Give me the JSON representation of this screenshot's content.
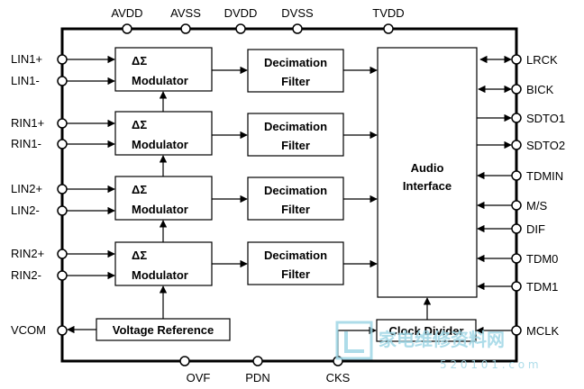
{
  "top_pins": [
    "AVDD",
    "AVSS",
    "DVDD",
    "DVSS",
    "TVDD"
  ],
  "left_pins": [
    "LIN1+",
    "LIN1-",
    "RIN1+",
    "RIN1-",
    "LIN2+",
    "LIN2-",
    "RIN2+",
    "RIN2-",
    "VCOM"
  ],
  "right_pins": [
    "LRCK",
    "BICK",
    "SDTO1",
    "SDTO2",
    "TDMIN",
    "M/S",
    "DIF",
    "TDM0",
    "TDM1",
    "MCLK"
  ],
  "bottom_pins": [
    "OVF",
    "PDN",
    "CKS"
  ],
  "blocks": {
    "modulator_symbol": "ΔΣ",
    "modulator_label": "Modulator",
    "decimation_line1": "Decimation",
    "decimation_line2": "Filter",
    "audio_line1": "Audio",
    "audio_line2": "Interface",
    "voltage_reference": "Voltage Reference",
    "clock_divider": "Clock Divider"
  },
  "watermark": {
    "logo_text": "家电维修资料网",
    "url_text": "5 2 0 1 0 1 . c o m"
  }
}
